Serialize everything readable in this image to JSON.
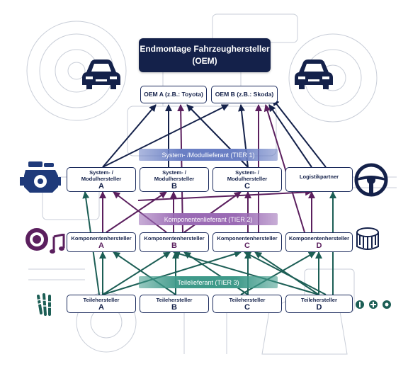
{
  "title": {
    "line1": "Endmontage Fahrzeughersteller",
    "line2": "(OEM)"
  },
  "oems": [
    {
      "label": "OEM A (z.B.: Toyota)"
    },
    {
      "label": "OEM B (z.B.: Skoda)"
    }
  ],
  "bands": {
    "tier1": "System- /Modullieferant (TIER 1)",
    "tier2": "Komponentenlieferant (TIER 2)",
    "tier3": "Teilelieferant (TIER 3)"
  },
  "tier1_nodes": [
    {
      "line1": "System- /",
      "line2": "Modulhersteller",
      "letter": "A"
    },
    {
      "line1": "System- /",
      "line2": "Modulhersteller",
      "letter": "B"
    },
    {
      "line1": "System- /",
      "line2": "Modulhersteller",
      "letter": "C"
    },
    {
      "line1": "Logistikpartner",
      "line2": "",
      "letter": ""
    }
  ],
  "tier2_nodes": [
    {
      "label": "Komponentenhersteller",
      "letter": "A"
    },
    {
      "label": "Komponentenhersteller",
      "letter": "B"
    },
    {
      "label": "Komponentenhersteller",
      "letter": "C"
    },
    {
      "label": "Komponentenhersteller",
      "letter": "D"
    }
  ],
  "tier3_nodes": [
    {
      "label": "Teilehersteller",
      "letter": "A"
    },
    {
      "label": "Teilehersteller",
      "letter": "B"
    },
    {
      "label": "Teilehersteller",
      "letter": "C"
    },
    {
      "label": "Teilehersteller",
      "letter": "D"
    }
  ],
  "colors": {
    "navy": "#14214a",
    "purple": "#5b1f5e",
    "teal": "#1c5e55",
    "band1": "#6a7fc4",
    "band2": "#9a6ab4",
    "band3": "#3f9a8a"
  },
  "icons": [
    "car-icon-left",
    "car-icon-right",
    "engine-icon",
    "steering-wheel-icon",
    "speaker-icon",
    "music-note-icon",
    "bearing-icon",
    "screws-icon",
    "fastener-icons"
  ]
}
